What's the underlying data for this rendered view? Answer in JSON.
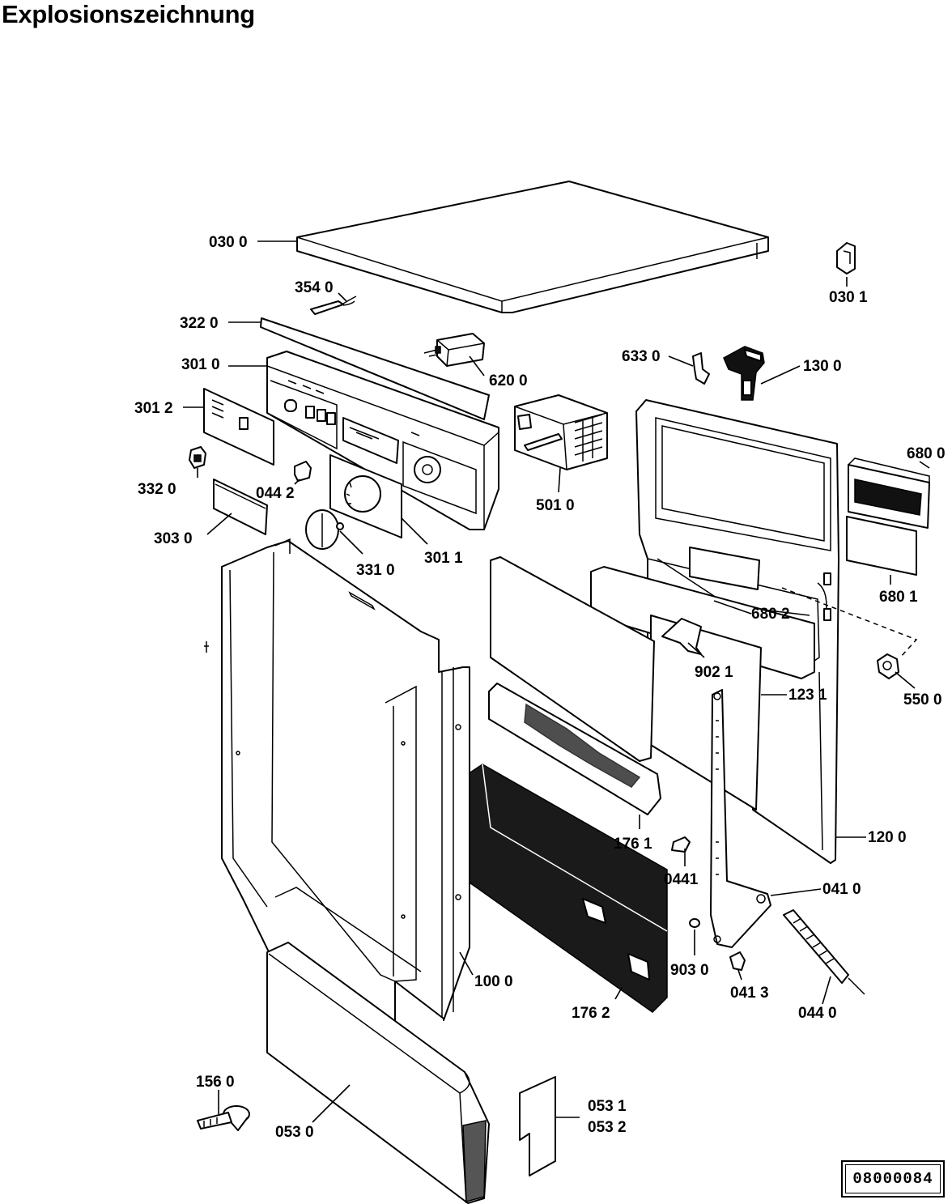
{
  "title": "Explosionszeichnung",
  "document_number": "08000084",
  "labels": {
    "p0300": "030 0",
    "p0301": "030 1",
    "p3540": "354 0",
    "p3220": "322 0",
    "p3010": "301 0",
    "p6200": "620 0",
    "p6330": "633 0",
    "p1300": "130 0",
    "p3012": "301 2",
    "p5010": "501 0",
    "p6800": "680 0",
    "p3320": "332 0",
    "p0442": "044 2",
    "p3030": "303 0",
    "p3011": "301 1",
    "p3310": "331 0",
    "p6801": "680 1",
    "p6802": "680 2",
    "p9021": "902 1",
    "p5500": "550 0",
    "p1231": "123 1",
    "p1761": "176 1",
    "p1200": "120 0",
    "p0441": "0441",
    "p0410": "041 0",
    "p9030": "903 0",
    "p0413": "041 3",
    "p1000": "100 0",
    "p1762": "176 2",
    "p0440": "044 0",
    "p1560": "156 0",
    "p0530": "053 0",
    "p0531": "053 1",
    "p0532": "053 2"
  }
}
